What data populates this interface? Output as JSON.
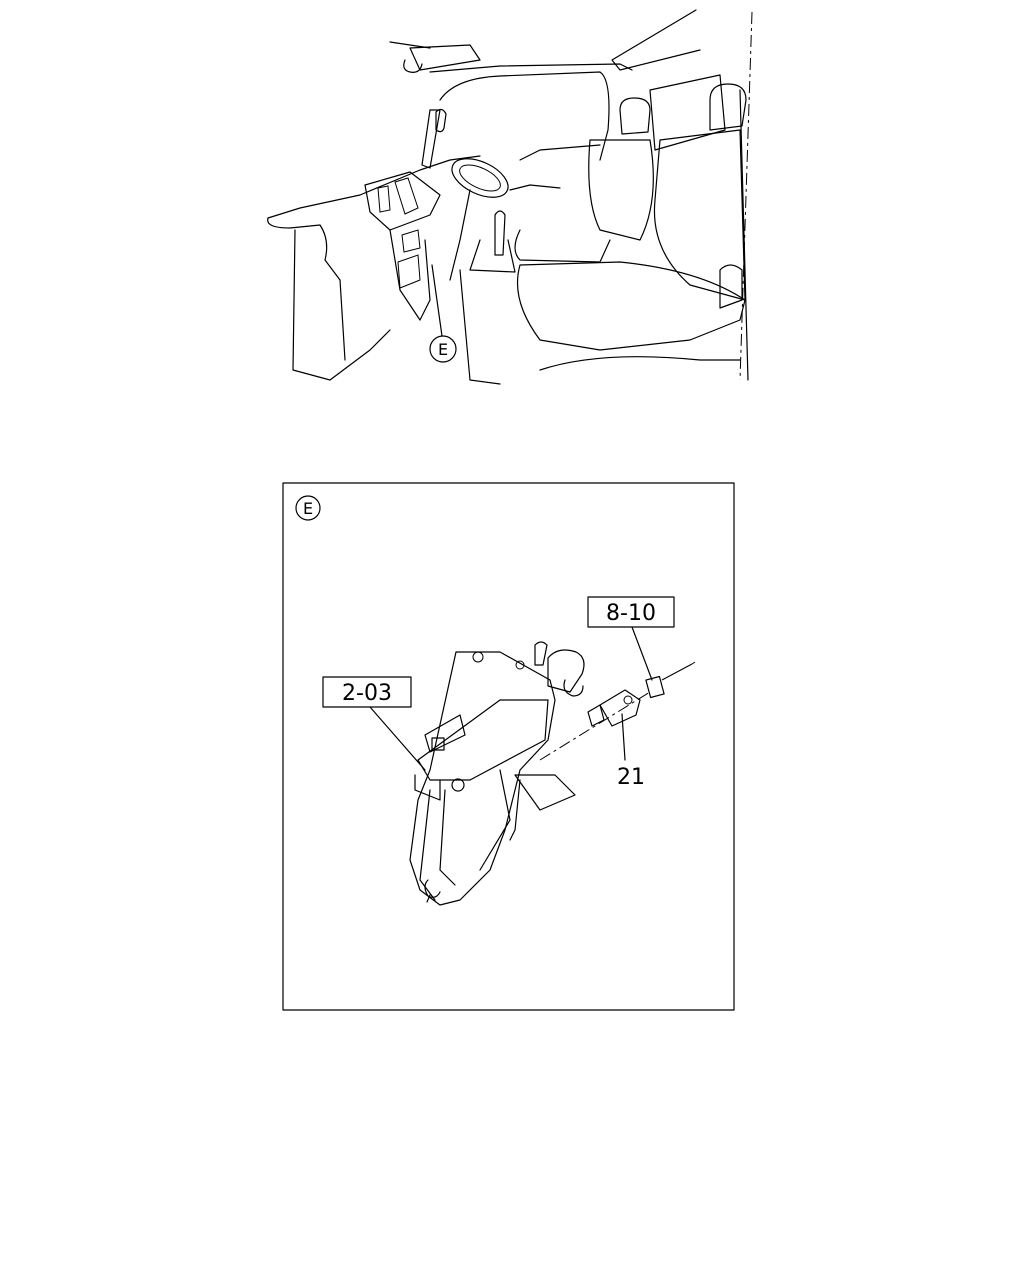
{
  "overview": {
    "callout_letter": "E"
  },
  "detail": {
    "callout_letter": "E",
    "labels": {
      "ref_a": "2-03",
      "ref_b": "8-10",
      "part_21": "21"
    }
  }
}
